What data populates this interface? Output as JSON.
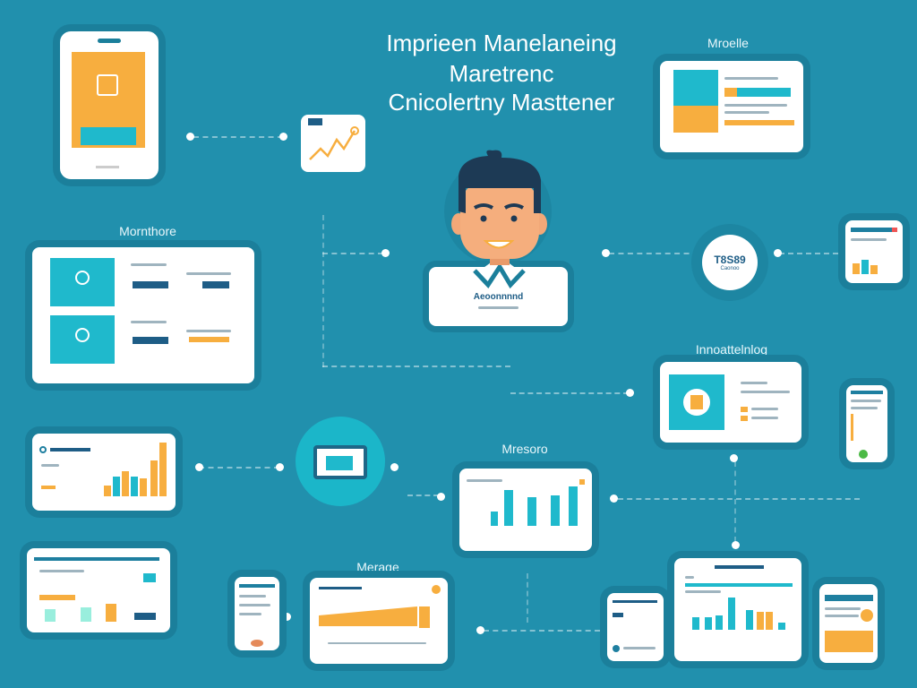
{
  "title": {
    "line1": "Imprieen Manelaneing",
    "line2": "Maretrenc",
    "line3": "Cnicolertny Masttener"
  },
  "labels": {
    "top_right": "Mroelle",
    "left": "Mornthore",
    "right_middle": "Innoattelnlog",
    "center_chart": "Mresoro",
    "bottom_center": "Merage"
  },
  "profile": {
    "name": "Aeoonnnnd"
  },
  "metric": {
    "value": "T8S89",
    "caption": "Caonoo"
  },
  "colors": {
    "background": "#2190ad",
    "accent_teal": "#1fb9cc",
    "accent_orange": "#f7ae3f",
    "card": "#ffffff"
  }
}
